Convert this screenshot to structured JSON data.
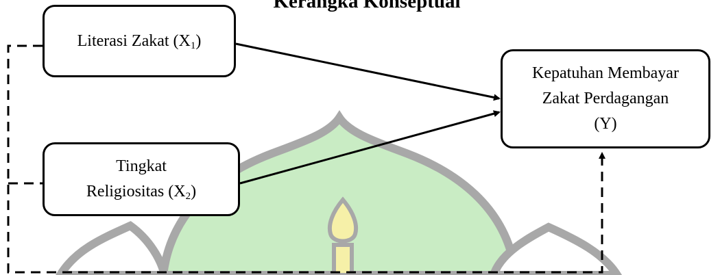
{
  "title": "Kerangka Konseptual",
  "boxes": {
    "x1": {
      "label": "Literasi Zakat (X",
      "subscript": "1",
      "close": ")"
    },
    "x2": {
      "line1": "Tingkat",
      "line2_prefix": "Religiositas (X",
      "subscript": "2",
      "close": ")"
    },
    "y": {
      "line1": "Kepatuhan Membayar",
      "line2": "Zakat Perdagangan",
      "line3": "(Y)"
    }
  },
  "colors": {
    "stroke": "#000000",
    "watermark_green": "#c9ecc4",
    "watermark_gray": "#a8a8a8",
    "watermark_yellow": "#f6f0a8"
  }
}
